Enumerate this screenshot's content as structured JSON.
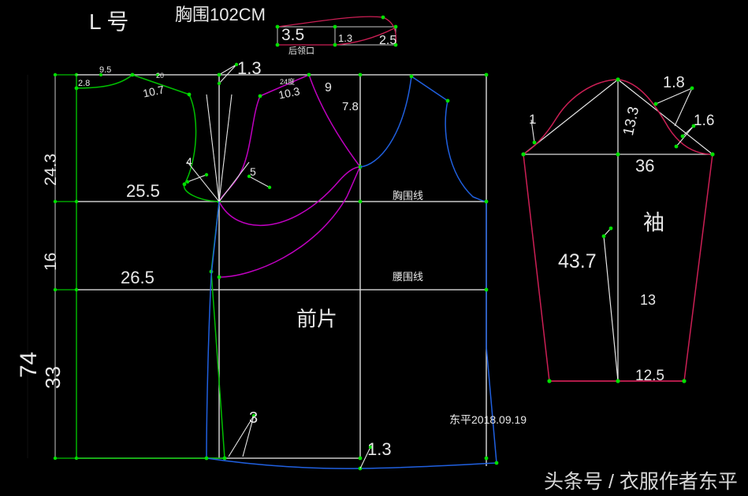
{
  "title_labels": {
    "size": "L 号",
    "bust": "胸围102CM"
  },
  "collar_detail": {
    "width_label": "3.5",
    "mid_label": "1.3",
    "end_label": "2.5",
    "name": "后领口"
  },
  "back_piece": {
    "shoulder_width": "9.5",
    "neck_drop": "2.8",
    "shoulder_slope": "10.7",
    "shoulder_angle": "20",
    "armhole_depth": "4",
    "chest_width": "25.5",
    "waist_width": "26.5",
    "cb_rise": "1.3"
  },
  "front_piece": {
    "label": "前片",
    "shoulder_angle": "24度",
    "shoulder_slope": "10.3",
    "neck_width": "9",
    "neck_depth": "7.8",
    "armhole_depth": "5",
    "hem_dart": "3",
    "hem_drop": "1.3"
  },
  "vertical_dims": {
    "total": "74",
    "upper": "24.3",
    "middle": "16",
    "lower": "33"
  },
  "guide_lines": {
    "bust": "胸围线",
    "waist": "腰围线"
  },
  "sleeve": {
    "label": "袖",
    "cap_left_notch": "1",
    "cap_right_notch_upper": "1.8",
    "cap_right_notch_lower": "1.6",
    "cap_height": "13.3",
    "biceps_width": "36",
    "sleeve_length": "43.7",
    "lower_width": "13",
    "hem_half": "12.5"
  },
  "signature": "东平2018.09.19",
  "watermark": "头条号 / 衣服作者东平",
  "colors": {
    "background": "#000000",
    "construction": "#c8c8c8",
    "back_green": "#00c000",
    "front_magenta": "#c000c0",
    "right_blue": "#2060e0",
    "sleeve_crimson": "#d00050",
    "node_green": "#00e000",
    "text": "#e8e8e8"
  }
}
